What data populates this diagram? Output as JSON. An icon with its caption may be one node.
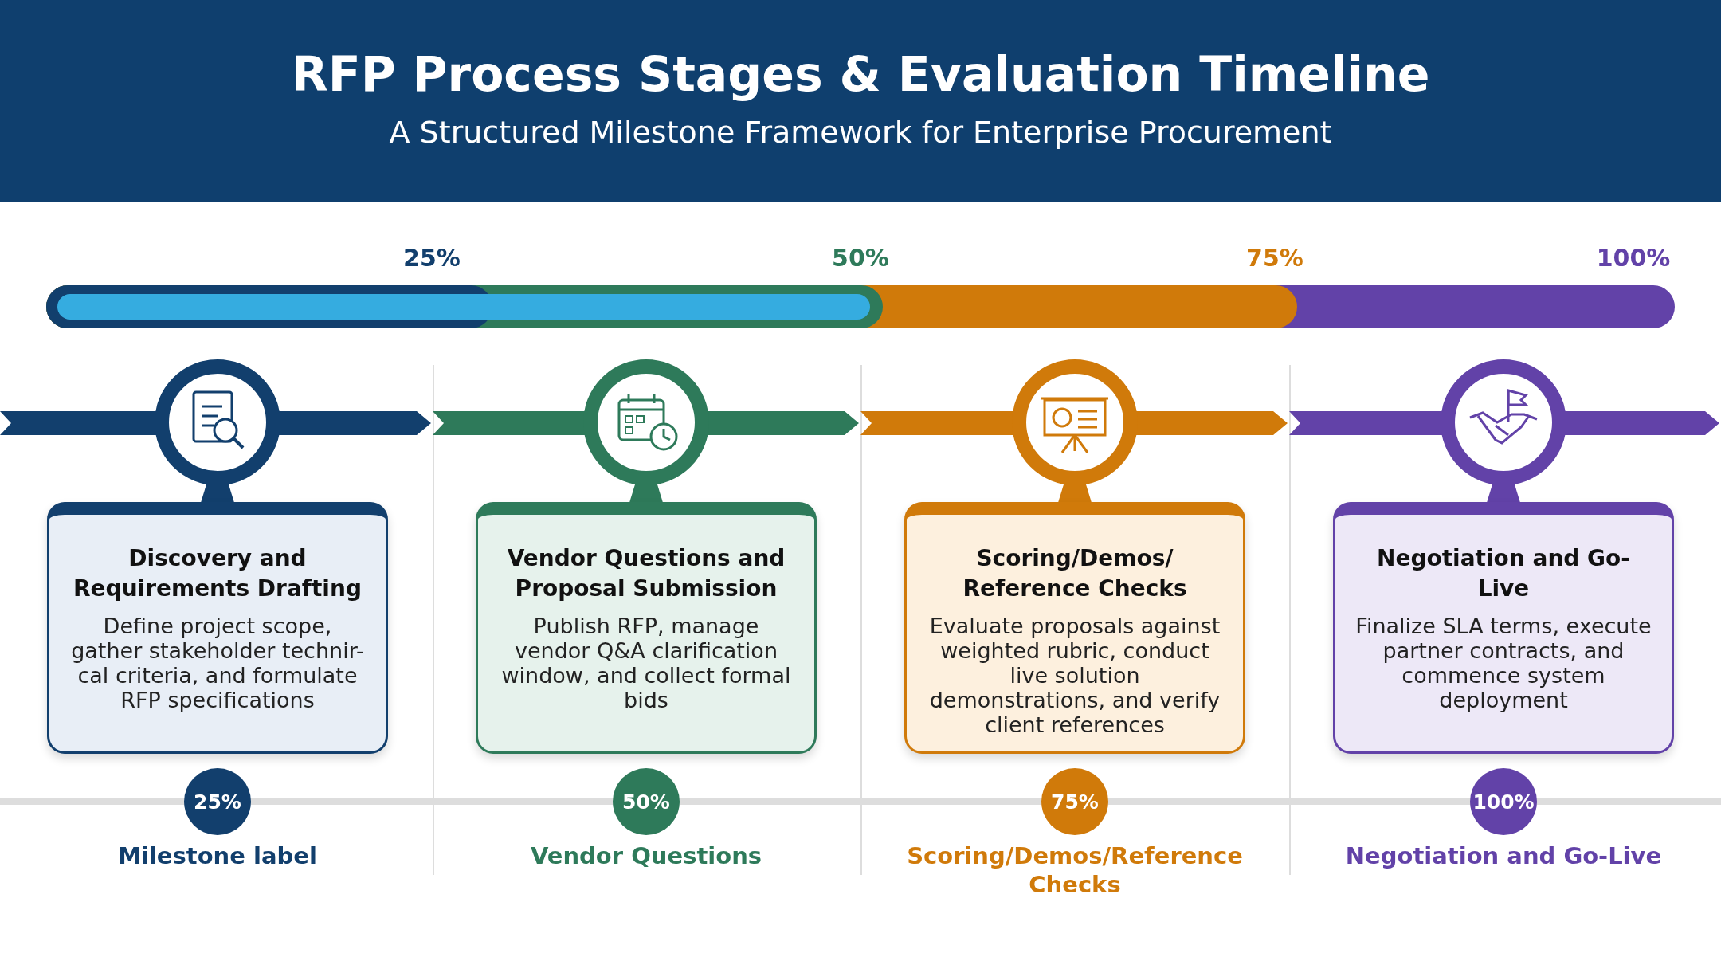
{
  "diagram": {
    "title": "RFP Process Stages & Evaluation Timeline",
    "nodes": [
      {
        "text": [
          "Discovery and Requirements Drafting",
          "Define project scope, gather stakeholder technir- cal criteria, and formulate RFP specifications"
        ]
      },
      {
        "text": [
          "Vendor Questions and Proposal Submission",
          "Publish RFP, manage vendor Q&A clarification window, and collect formal bids"
        ]
      },
      {
        "text": [
          "Scoring/Demos/ Reference Checks",
          "Evaluate proposals against weighted rubric, conduct live solution demonstrations, and verify client references"
        ]
      },
      {
        "text": [
          "Negotiation and Go-Live",
          "Finalize SLA terms, execute partner contracts, and commence system deployment"
        ]
      },
      {
        "text": [
          "25%"
        ],
        "beside": [
          "Milestone label"
        ]
      },
      {
        "text": [
          "50%"
        ],
        "beside": [
          "Vendor Questions"
        ]
      },
      {
        "text": [
          "75%"
        ],
        "beside": [
          "Scoring/Demos/Reference Checks"
        ]
      },
      {
        "text": [
          "100%"
        ],
        "beside": [
          "Negotiation and Go-Live"
        ]
      }
    ],
    "labels": [
      "A Structured Milestone Framework for Enterprise Procurement",
      "25%",
      "50%",
      "75%",
      "100%"
    ]
  }
}
